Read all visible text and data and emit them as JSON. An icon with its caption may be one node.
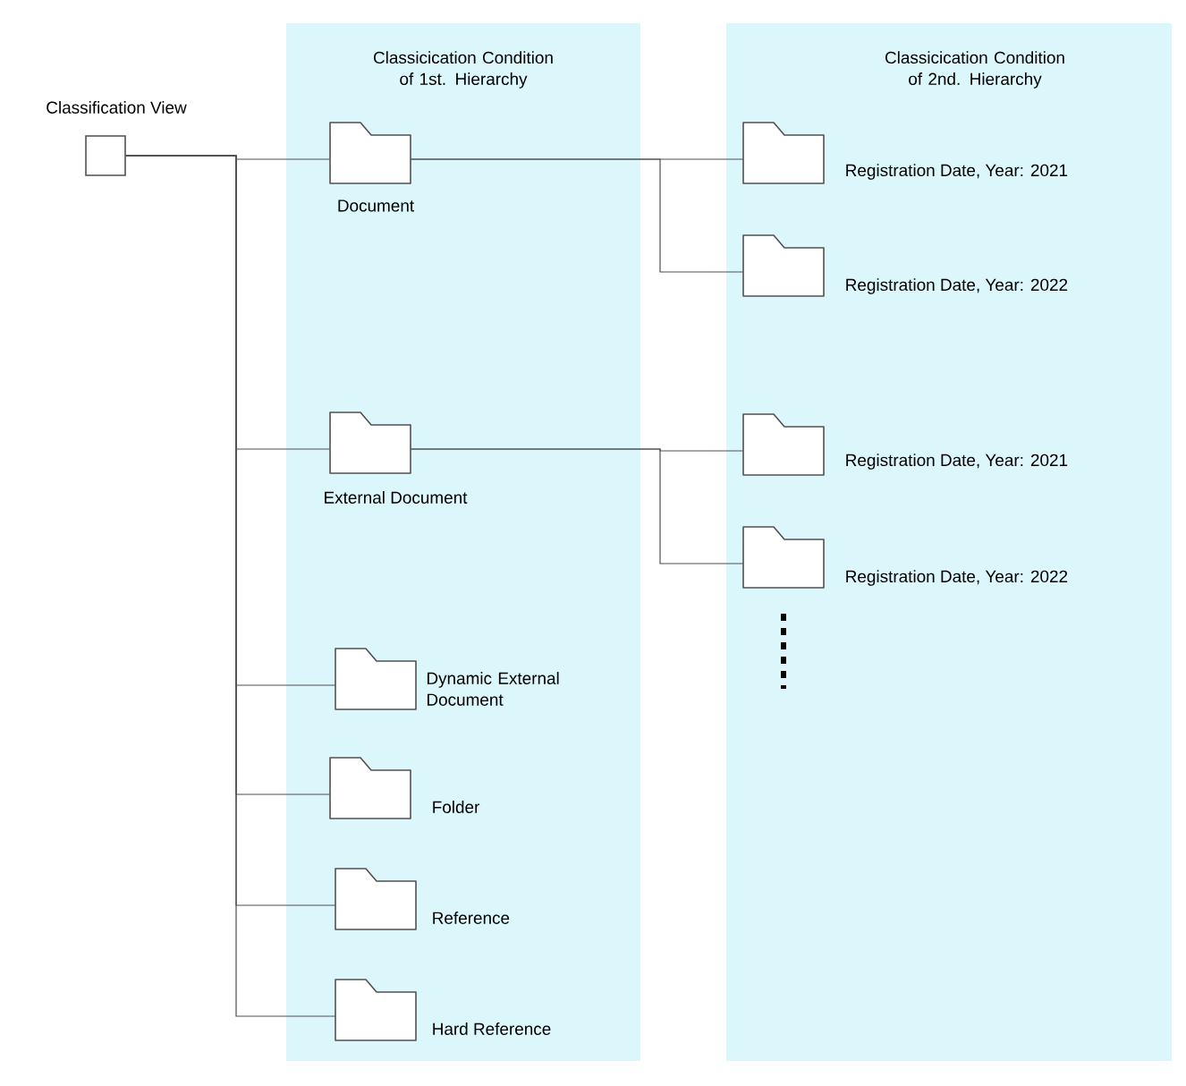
{
  "diagram": {
    "nodes": [
      {
        "text": [
          "Classicication Condition of 1st. Hierarchy"
        ]
      },
      {
        "text": [
          "Classicication Condition of 2nd. Hierarchy"
        ]
      },
      {
        "text": [
          "Classification View"
        ]
      },
      {
        "text": [
          "Document"
        ],
        "in": 0
      },
      {
        "text": [
          "External Document"
        ],
        "in": 0
      },
      {
        "text": [
          "Dynamic External Document"
        ],
        "in": 0
      },
      {
        "text": [
          "Folder"
        ],
        "in": 0
      },
      {
        "text": [
          "Reference"
        ],
        "in": 0
      },
      {
        "text": [
          "Hard Reference"
        ],
        "in": 0
      },
      {
        "text": [
          "Registration Date, Year: 2021"
        ],
        "in": 1
      },
      {
        "text": [
          "Registration Date, Year: 2022"
        ],
        "in": 1
      },
      {
        "text": [
          "Registration Date, Year: 2021"
        ],
        "in": 1
      },
      {
        "text": [
          "Registration Date, Year: 2022"
        ],
        "in": 1
      }
    ],
    "edges": [
      {
        "from": 2,
        "to": 3,
        "arrow": "none"
      },
      {
        "from": 2,
        "to": 4,
        "arrow": "none"
      },
      {
        "from": 2,
        "to": 5,
        "arrow": "none"
      },
      {
        "from": 2,
        "to": 6,
        "arrow": "none"
      },
      {
        "from": 2,
        "to": 7,
        "arrow": "none"
      },
      {
        "from": 2,
        "to": 8,
        "arrow": "none"
      },
      {
        "from": 3,
        "to": 9,
        "arrow": "none"
      },
      {
        "from": 3,
        "to": 10,
        "arrow": "none"
      },
      {
        "from": 4,
        "to": 11,
        "arrow": "none"
      },
      {
        "from": 4,
        "to": 12,
        "arrow": "none"
      }
    ]
  }
}
